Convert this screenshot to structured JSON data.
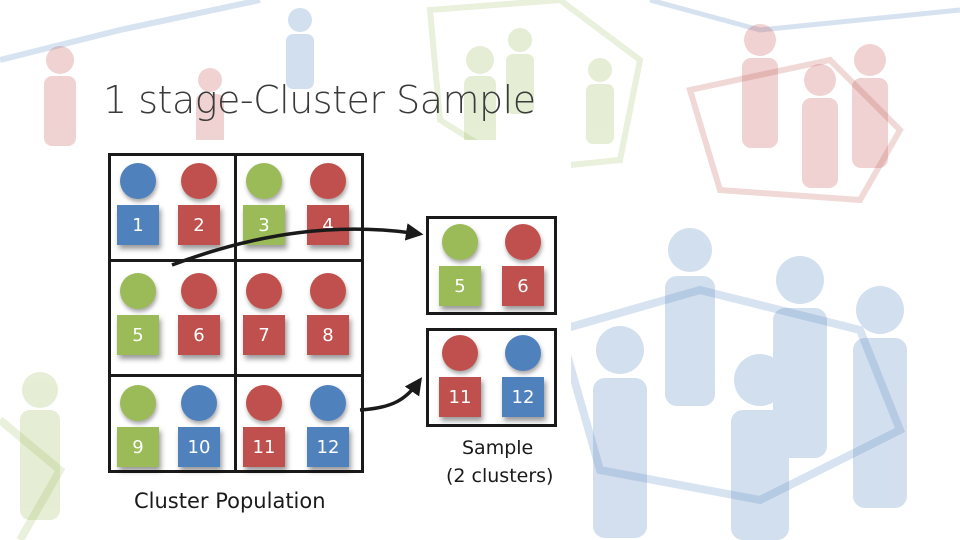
{
  "slide": {
    "title": "1 stage-Cluster Sample"
  },
  "population": {
    "label": "Cluster Population",
    "people": [
      {
        "number": "1",
        "color": "blue"
      },
      {
        "number": "2",
        "color": "red"
      },
      {
        "number": "3",
        "color": "green"
      },
      {
        "number": "4",
        "color": "red"
      },
      {
        "number": "5",
        "color": "green"
      },
      {
        "number": "6",
        "color": "red"
      },
      {
        "number": "7",
        "color": "red"
      },
      {
        "number": "8",
        "color": "red"
      },
      {
        "number": "9",
        "color": "green"
      },
      {
        "number": "10",
        "color": "blue"
      },
      {
        "number": "11",
        "color": "red"
      },
      {
        "number": "12",
        "color": "blue"
      }
    ]
  },
  "sample": {
    "label": "Sample",
    "sublabel": "(2 clusters)",
    "clusters": [
      [
        {
          "number": "5",
          "color": "green"
        },
        {
          "number": "6",
          "color": "red"
        }
      ],
      [
        {
          "number": "11",
          "color": "red"
        },
        {
          "number": "12",
          "color": "blue"
        }
      ]
    ]
  },
  "colors": {
    "blue": "#4f81bd",
    "red": "#c0504d",
    "green": "#9bbb59"
  }
}
